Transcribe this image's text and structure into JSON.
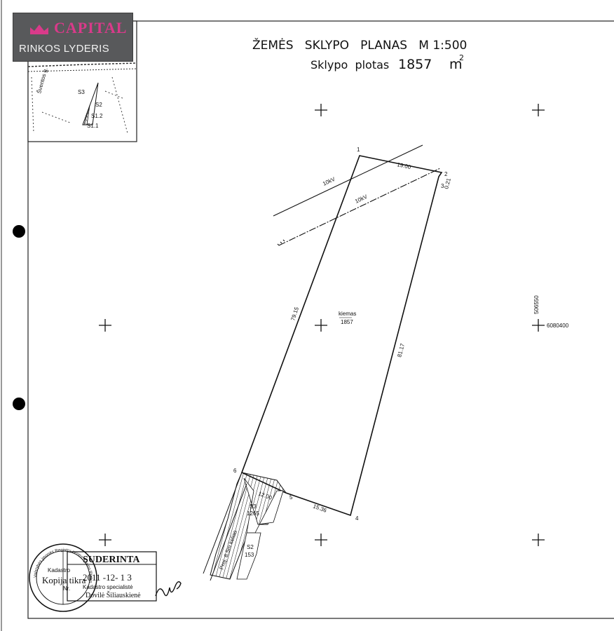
{
  "logo": {
    "brand": "CAPITAL",
    "tagline": "RINKOS LYDERIS"
  },
  "title": {
    "line1": "ŽEMĖS   SKLYPO   PLANAS   M 1:500",
    "area_label": "Sklypo  plotas",
    "area_value": "1857",
    "area_unit": "m",
    "area_exp": "2"
  },
  "plot": {
    "points": [
      "1",
      "2",
      "3",
      "4",
      "5",
      "6"
    ],
    "dimensions": {
      "d12": "19.00",
      "d23": "0.21",
      "d34": "81.17",
      "d45": "15.36",
      "d56": "12.00",
      "d61": "79.15"
    },
    "land_use": "kiemas",
    "land_area": "1857",
    "lines": [
      "10kV",
      "10kV"
    ]
  },
  "servitude": {
    "s3_label": "S3",
    "s3_area": "1265",
    "s2_label": "S2",
    "s2_area": "153",
    "road_note": "Proj. 6,5m kelias"
  },
  "coordinates": {
    "y": "506550",
    "x": "6080400"
  },
  "inset": {
    "labels": [
      "S3",
      "S2",
      "S1.2",
      "S1.1"
    ],
    "street": "Šventos g."
  },
  "stamp": {
    "title": "SUDERINTA",
    "date": "2011 -12- 1 3",
    "line_kadastro": "Kadastro",
    "line_nr": "Nr.",
    "role": "Kadastro specialistė",
    "name": "Dovilė Šiliauskienė",
    "copy": "Kopija tikra",
    "seal_text": "Valstybės įmonės Registrų centro Kauno filialas"
  }
}
